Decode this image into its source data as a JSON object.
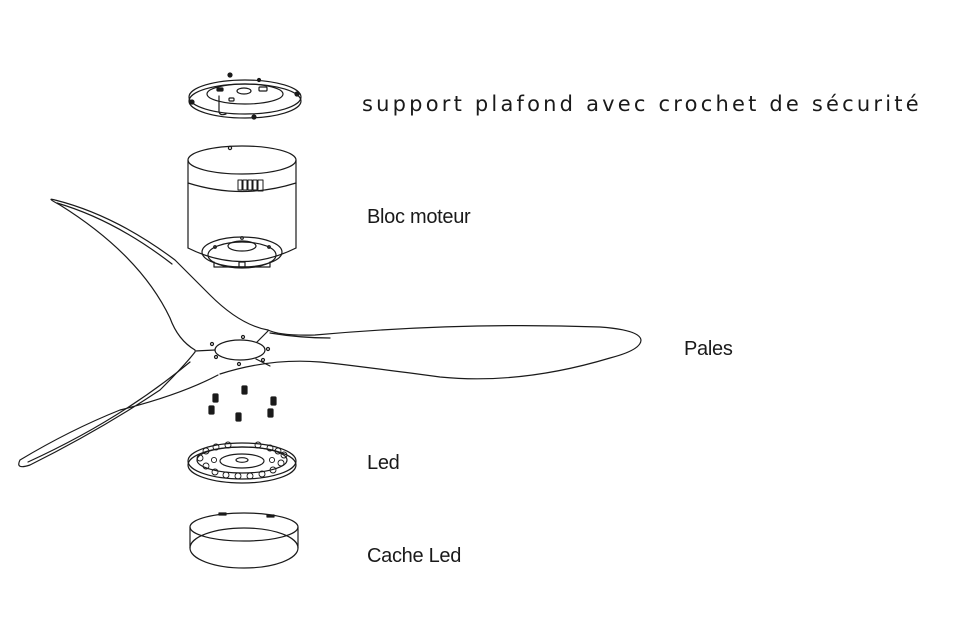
{
  "diagram": {
    "type": "exploded-view",
    "subject": "ceiling-fan",
    "line_color": "#1a1a1a",
    "background": "#ffffff",
    "parts": [
      {
        "id": "ceiling-bracket",
        "label": "support plafond avec crochet de sécurité"
      },
      {
        "id": "motor-block",
        "label": "Bloc moteur"
      },
      {
        "id": "blades",
        "label": "Pales",
        "count": 3
      },
      {
        "id": "screws",
        "count": 6
      },
      {
        "id": "led",
        "label": "Led"
      },
      {
        "id": "led-cover",
        "label": "Cache Led"
      }
    ]
  }
}
